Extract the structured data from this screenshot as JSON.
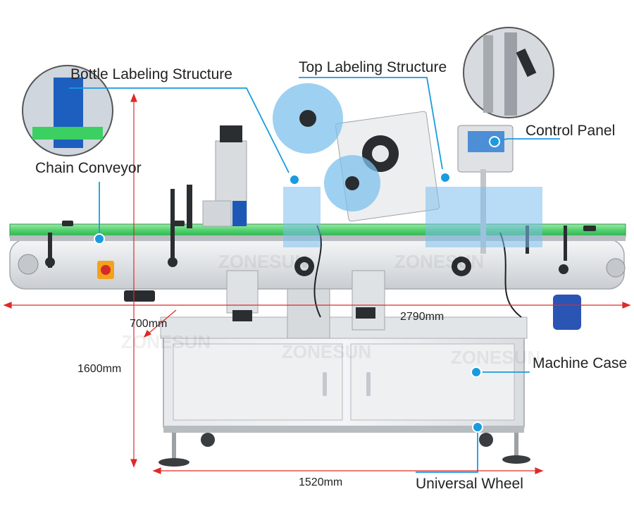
{
  "labels": {
    "bottle_labeling_structure": "Bottle Labeling Structure",
    "top_labeling_structure": "Top Labeling Structure",
    "control_panel": "Control Panel",
    "chain_conveyor": "Chain Conveyor",
    "machine_case": "Machine Case",
    "universal_wheel": "Universal Wheel"
  },
  "dimensions": {
    "depth": "700mm",
    "length": "2790mm",
    "height": "1600mm",
    "base_width": "1520mm"
  },
  "watermark": "ZONESUN",
  "colors": {
    "callout": "#1a9be0",
    "dimension": "#e02a2a",
    "conveyor": "#3ccf62",
    "highlight": "#7ec0ec"
  }
}
